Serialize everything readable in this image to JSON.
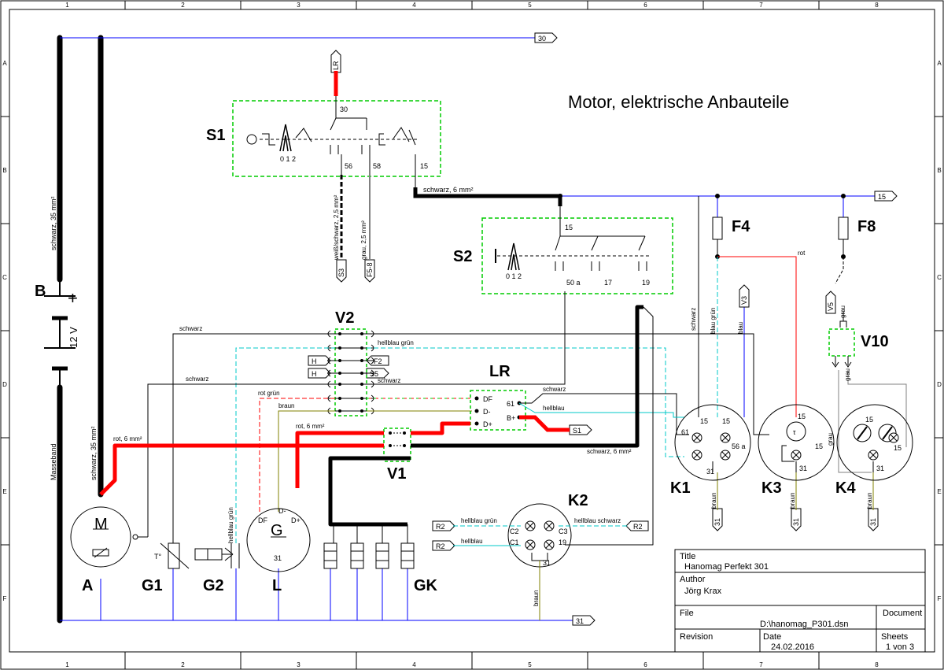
{
  "title": "Motor, elektrische Anbauteile",
  "grid": {
    "cols": [
      "1",
      "2",
      "3",
      "4",
      "5",
      "6",
      "7",
      "8"
    ],
    "rows": [
      "A",
      "B",
      "C",
      "D",
      "E",
      "F"
    ]
  },
  "components": {
    "S1": "S1",
    "S2": "S2",
    "F4": "F4",
    "F8": "F8",
    "B": "B",
    "V2": "V2",
    "LR": "LR",
    "V1": "V1",
    "V10": "V10",
    "K1": "K1",
    "K2": "K2",
    "K3": "K3",
    "K4": "K4",
    "A": "A",
    "G1": "G1",
    "G2": "G2",
    "L": "L",
    "GK": "GK"
  },
  "terminals": {
    "t30": "30",
    "t56": "56",
    "t58": "58",
    "t15": "15",
    "s1pos": "0 1 2",
    "s2_15": "15",
    "s2_50a": "50 a",
    "s2_17": "17",
    "s2_19": "19",
    "s2pos": "0 1 2",
    "lr_61": "61",
    "lr_b": "B+",
    "lr_df": "DF",
    "lr_dm": "D-",
    "lr_dp": "D+",
    "k1_15": "15",
    "k1_61": "61",
    "k1_56a": "56 a",
    "k1_31": "31",
    "k3_15": "15",
    "k3_tau": "τ",
    "k3_15b": "15",
    "k3_31": "31",
    "k4_15": "15",
    "k4_15b": "15",
    "k4_31": "31",
    "k2_c2": "C2",
    "k2_c1": "C1",
    "k2_c3": "C3",
    "k2_19": "19",
    "k2_31": "31",
    "gen_df": "DF",
    "gen_dm": "D-",
    "gen_dp": "D+",
    "gen_g": "G",
    "gen_31": "31",
    "mot_m": "M",
    "g1_t": "T°",
    "batt_plus": "+",
    "batt_v": "12 V"
  },
  "wires": {
    "schwarz35": "schwarz, 35 mm²",
    "schwarz35b": "schwarz, 35 mm²",
    "schwarz6": "schwarz, 6 mm²",
    "schwarz6b": "schwarz, 6 mm²",
    "weiss": "weiß/schwarz, 2,5 mm²",
    "grau25": "grau, 2,5 mm²",
    "schwarz_a": "schwarz",
    "schwarz_b": "schwarz",
    "schwarz_c": "schwarz",
    "schwarz_d": "schwarz",
    "schwarz_e": "schwarz",
    "hbg": "hellblau grün",
    "rotgruen": "rot grün",
    "braun": "braun",
    "rot6": "rot, 6 mm²",
    "rot6b": "rot, 6 mm²",
    "hellblau": "hellblau",
    "rot": "rot",
    "blaugruen": "blau grün",
    "blau": "blau",
    "grau": "grau",
    "grau2": "grau",
    "grau3": "grau",
    "masseband": "Masseband",
    "braun_k1": "braun",
    "braun_k3": "braun",
    "braun_k4": "braun",
    "braun_k2": "braun",
    "k2_hbg": "hellblau grün",
    "k2_hbs": "hellblau schwarz",
    "k2_hb": "hellblau",
    "hbg_v": "hellblau grün"
  },
  "connectors": {
    "c30": "30",
    "c15": "15",
    "c31": "31",
    "lr": "LR",
    "s3": "S3",
    "f58": "F5-8",
    "v3": "V3",
    "v5": "V5",
    "h1": "H",
    "h2": "H",
    "f2": "F2",
    "s5": "S5",
    "s1": "S1",
    "k1_31": "31",
    "k3_31": "31",
    "k4_31": "31",
    "r2a": "R2",
    "r2b": "R2",
    "r2c": "R2"
  },
  "title_block": {
    "title_label": "Title",
    "title_value": "Hanomag Perfekt 301",
    "author_label": "Author",
    "author_value": "Jörg Krax",
    "file_label": "File",
    "file_value": "D:\\hanomag_P301.dsn",
    "document_label": "Document",
    "revision_label": "Revision",
    "date_label": "Date",
    "date_value": "24.02.2016",
    "sheets_label": "Sheets",
    "sheets_value": "1 von 3"
  },
  "colors": {
    "red": "#ff0000",
    "blue": "#0000ff",
    "green": "#00cc00",
    "cyan": "#00c8c8",
    "olive": "#808000",
    "grey": "#808080"
  }
}
